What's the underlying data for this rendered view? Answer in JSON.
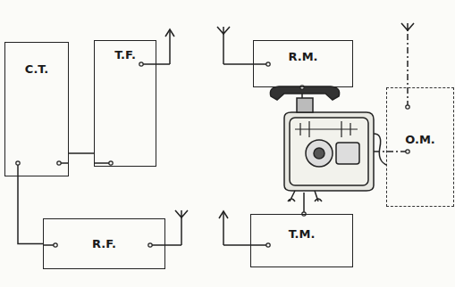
{
  "diagram": {
    "nodes": [
      {
        "text": [
          "C.T."
        ]
      },
      {
        "text": [
          "T.F."
        ]
      },
      {
        "text": [
          "R.M."
        ]
      },
      {
        "text": [
          "O.M."
        ]
      },
      {
        "text": [
          "R.F."
        ]
      },
      {
        "text": [
          "T.M."
        ]
      }
    ],
    "edges": [
      {
        "from": 0,
        "to": 1,
        "arrow": "none"
      },
      {
        "from": 0,
        "to": 4,
        "arrow": "none"
      }
    ]
  }
}
